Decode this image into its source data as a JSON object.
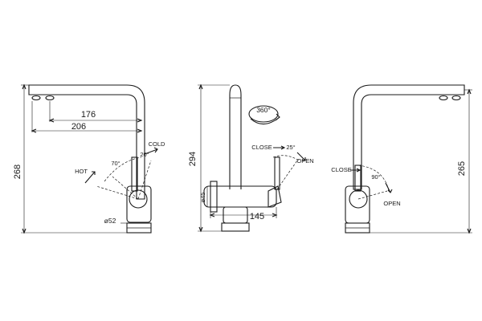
{
  "dimensions": {
    "left_height": "268",
    "left_reach_inner": "176",
    "left_reach_outer": "206",
    "left_base_dia": "ø52",
    "center_height": "294",
    "center_body_dia": "ø45",
    "center_body_len": "145",
    "right_height": "265"
  },
  "labels": {
    "cold": "COLD",
    "hot": "HOT",
    "angle_cold": "20°",
    "angle_hot": "70°",
    "rotation": "360°",
    "center_close": "CLOSE",
    "center_angle": "25°",
    "center_open": "OPEN",
    "right_close": "CLOSE",
    "right_angle": "90°",
    "right_open": "OPEN"
  }
}
